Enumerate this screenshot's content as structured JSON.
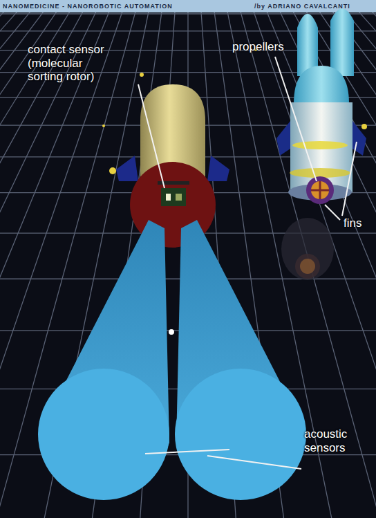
{
  "diagram": {
    "labels": [
      "NANOMEDICINE - NANOROBOTIC AUTOMATION",
      "/by ADRIANO CAVALCANTI",
      "contact sensor (molecular sorting rotor)",
      "propellers",
      "fins",
      "acoustic sensors"
    ]
  }
}
